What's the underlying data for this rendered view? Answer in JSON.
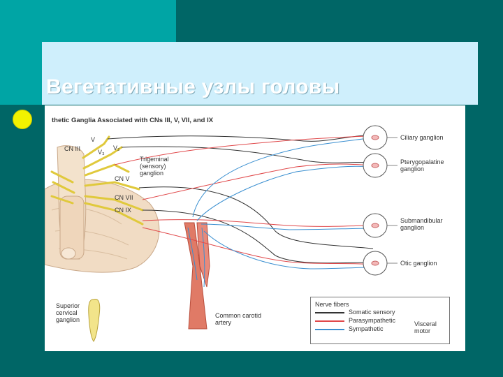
{
  "slide": {
    "title": "Вегетативные узлы головы"
  },
  "figure": {
    "heading": "thetic Ganglia Associated with CNs III, V, VII, and IX",
    "labels": {
      "v_upper": "V",
      "cn3": "CN III",
      "v2": "V₂",
      "v3": "V₃",
      "trigeminal": "Trigeminal\n(sensory)\nganglion",
      "cn5": "CN V",
      "cn7": "CN VII",
      "cn9": "CN IX",
      "superior_cervical": "Superior\ncervical\nganglion",
      "common_carotid": "Common carotid\nartery",
      "ciliary": "Ciliary ganglion",
      "pterygopalatine": "Pterygopalatine\nganglion",
      "submandibular": "Submandibular\nganglion",
      "otic": "Otic ganglion"
    },
    "legend": {
      "title": "Nerve fibers",
      "items": [
        {
          "label": "Somatic sensory",
          "color": "#333333"
        },
        {
          "label": "Parasympathetic",
          "color": "#e0484a"
        },
        {
          "label": "Sympathetic",
          "color": "#3a8fd0"
        }
      ],
      "group_label": "Visceral\nmotor"
    }
  },
  "colors": {
    "background": "#006666",
    "accent_light": "#00a5a5",
    "title_panel": "#cfeffc",
    "bullet": "#f2f200",
    "parasympathetic": "#e0484a",
    "sympathetic": "#3a8fd0",
    "somatic": "#333333",
    "nerve_yellow": "#e8d24a",
    "artery": "#e06a55"
  }
}
